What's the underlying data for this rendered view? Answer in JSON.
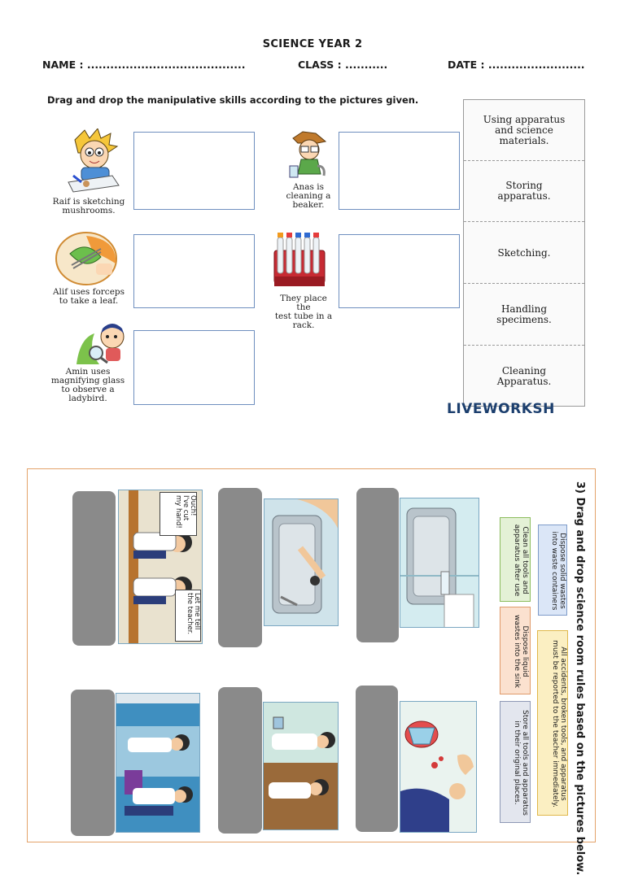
{
  "header": {
    "title": "SCIENCE YEAR 2",
    "name_label": "NAME : .........................................",
    "class_label": "CLASS : ...........",
    "date_label": "DATE : ........................."
  },
  "part1": {
    "instruction": "Drag and drop the manipulative skills according to the pictures given.",
    "captions": [
      "Raif is sketching\nmushrooms.",
      "Anas is\ncleaning a\nbeaker.",
      "Alif uses forceps\nto take a leaf.",
      "They place the\ntest tube in a\nrack.",
      "Amin uses\nmagnifying glass\nto observe a\nladybird."
    ],
    "skills": [
      "Using apparatus\nand science\nmaterials.",
      "Storing\napparatus.",
      "Sketching.",
      "Handling\nspecimens.",
      "Cleaning\nApparatus."
    ],
    "logo": "LIVEWORKSH"
  },
  "part2": {
    "question": "3) Drag and drop science room rules based on the pictures below.",
    "rules": [
      "Dispose solid wastes\ninto waste containers",
      "All accidents, broken tools, and apparatus\nmust be reported to the teacher immediately.",
      "Clean all tools and\napparatus after use",
      "Dispose liquid\nwastes into the sink",
      "Store all tools and apparatus\nin their original places."
    ],
    "speech": [
      "Ouch!\nI've cut\nmy hand!",
      "Let me tell\nthe teacher."
    ]
  },
  "colors": {
    "dropbox_border": "#6f8fbf",
    "panel_border": "#e3a36a",
    "slot": "#8a8a8a",
    "rule_blue": "#dbe6f7",
    "rule_yellow": "#fbefc2",
    "rule_green": "#e4f1d6",
    "rule_peach": "#fbe1cf",
    "rule_grey": "#e3e6ee"
  }
}
